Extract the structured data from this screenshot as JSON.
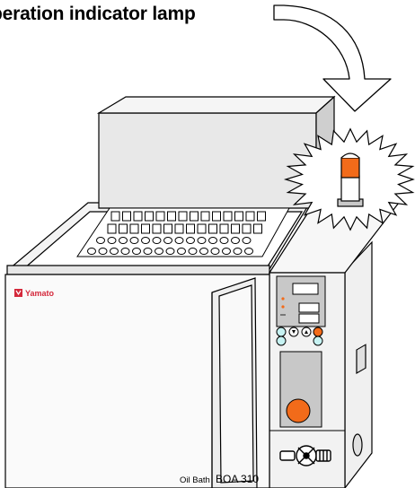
{
  "title": "peration indicator lamp",
  "brand": "Yamato",
  "model_prefix": "Oil Bath",
  "model": "BOA 310",
  "colors": {
    "lamp_orange": "#f26b1a",
    "knob_orange": "#f26b1a",
    "button_cyan": "#c6f2f2",
    "brand_red": "#d4283b",
    "panel_gray": "#c8c8c8"
  }
}
